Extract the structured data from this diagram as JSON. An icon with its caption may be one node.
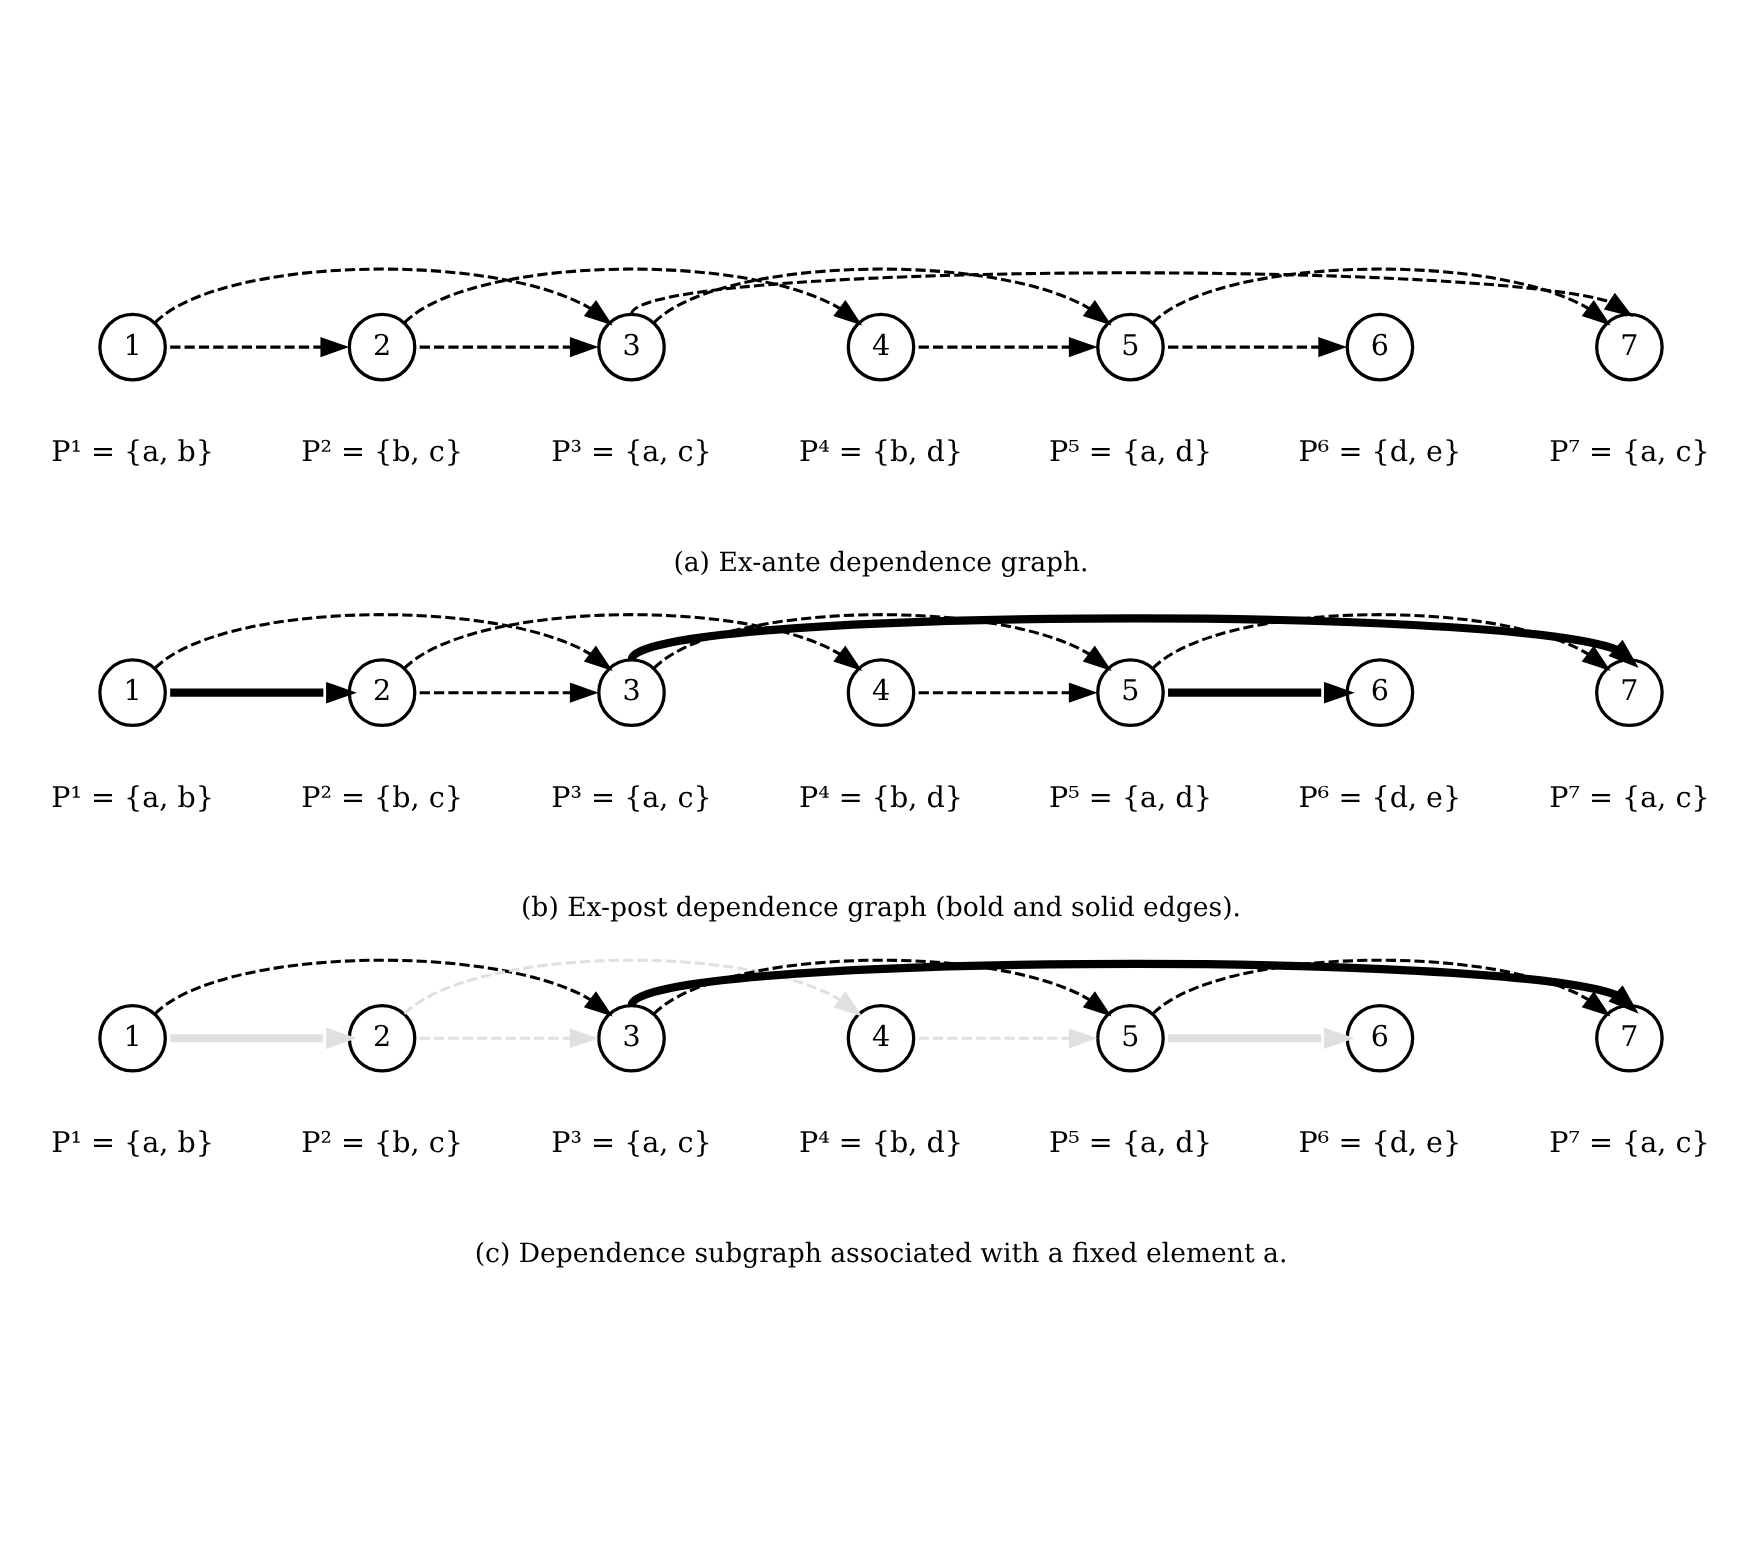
{
  "diagram": {
    "nodes": [
      {
        "text": [
          "1"
        ],
        "beside": [
          "P¹ = {a, b}"
        ]
      },
      {
        "text": [
          "2"
        ],
        "beside": [
          "P² = {b, c}"
        ]
      },
      {
        "text": [
          "3"
        ],
        "beside": [
          "P³ = {a, c}"
        ]
      },
      {
        "text": [
          "4"
        ],
        "beside": [
          "P⁴ = {b, d}"
        ]
      },
      {
        "text": [
          "5"
        ],
        "beside": [
          "P⁵ = {a, d}"
        ]
      },
      {
        "text": [
          "6"
        ],
        "beside": [
          "P⁶ = {d, e}"
        ]
      },
      {
        "text": [
          "7"
        ],
        "beside": [
          "P⁷ = {a, c}"
        ]
      },
      {
        "text": [
          "1"
        ],
        "beside": [
          "P¹ = {a, b}"
        ]
      },
      {
        "text": [
          "2"
        ],
        "beside": [
          "P² = {b, c}"
        ]
      },
      {
        "text": [
          "3"
        ],
        "beside": [
          "P³ = {a, c}"
        ]
      },
      {
        "text": [
          "4"
        ],
        "beside": [
          "P⁴ = {b, d}"
        ]
      },
      {
        "text": [
          "5"
        ],
        "beside": [
          "P⁵ = {a, d}"
        ]
      },
      {
        "text": [
          "6"
        ],
        "beside": [
          "P⁶ = {d, e}"
        ]
      },
      {
        "text": [
          "7"
        ],
        "beside": [
          "P⁷ = {a, c}"
        ]
      },
      {
        "text": [
          "1"
        ],
        "beside": [
          "P¹ = {a, b}"
        ]
      },
      {
        "text": [
          "2"
        ],
        "beside": [
          "P² = {b, c}"
        ]
      },
      {
        "text": [
          "3"
        ],
        "beside": [
          "P³ = {a, c}"
        ]
      },
      {
        "text": [
          "4"
        ],
        "beside": [
          "P⁴ = {b, d}"
        ]
      },
      {
        "text": [
          "5"
        ],
        "beside": [
          "P⁵ = {a, d}"
        ]
      },
      {
        "text": [
          "6"
        ],
        "beside": [
          "P⁶ = {d, e}"
        ]
      },
      {
        "text": [
          "7"
        ],
        "beside": [
          "P⁷ = {a, c}"
        ]
      }
    ],
    "edges": [
      {
        "from": 0,
        "to": 1,
        "arrow": "to",
        "style": "dashed"
      },
      {
        "from": 1,
        "to": 2,
        "arrow": "to",
        "style": "dashed"
      },
      {
        "from": 3,
        "to": 4,
        "arrow": "to",
        "style": "dashed"
      },
      {
        "from": 4,
        "to": 5,
        "arrow": "to",
        "style": "dashed"
      },
      {
        "from": 0,
        "to": 2,
        "arrow": "to",
        "style": "dashed"
      },
      {
        "from": 1,
        "to": 3,
        "arrow": "to",
        "style": "dashed"
      },
      {
        "from": 2,
        "to": 4,
        "arrow": "to",
        "style": "dashed"
      },
      {
        "from": 2,
        "to": 6,
        "arrow": "to",
        "style": "dashed"
      },
      {
        "from": 4,
        "to": 6,
        "arrow": "to",
        "style": "dashed"
      },
      {
        "from": 7,
        "to": 8,
        "arrow": "to",
        "style": "thick"
      },
      {
        "from": 8,
        "to": 9,
        "arrow": "to",
        "style": "dashed"
      },
      {
        "from": 10,
        "to": 11,
        "arrow": "to",
        "style": "dashed"
      },
      {
        "from": 11,
        "to": 12,
        "arrow": "to",
        "style": "thick"
      },
      {
        "from": 7,
        "to": 9,
        "arrow": "to",
        "style": "dashed"
      },
      {
        "from": 8,
        "to": 10,
        "arrow": "to",
        "style": "dashed"
      },
      {
        "from": 9,
        "to": 11,
        "arrow": "to",
        "style": "dashed"
      },
      {
        "from": 9,
        "to": 13,
        "arrow": "to",
        "style": "thick"
      },
      {
        "from": 11,
        "to": 13,
        "arrow": "to",
        "style": "dashed"
      },
      {
        "from": 14,
        "to": 15,
        "arrow": "to",
        "style": "thick",
        "color": "#e0e0e0"
      },
      {
        "from": 15,
        "to": 16,
        "arrow": "to",
        "style": "dashed",
        "color": "#e0e0e0"
      },
      {
        "from": 17,
        "to": 18,
        "arrow": "to",
        "style": "dashed",
        "color": "#e0e0e0"
      },
      {
        "from": 18,
        "to": 19,
        "arrow": "to",
        "style": "thick",
        "color": "#e0e0e0"
      },
      {
        "from": 14,
        "to": 16,
        "arrow": "to",
        "style": "dashed"
      },
      {
        "from": 15,
        "to": 17,
        "arrow": "to",
        "style": "dashed",
        "color": "#e0e0e0"
      },
      {
        "from": 16,
        "to": 18,
        "arrow": "to",
        "style": "dashed"
      },
      {
        "from": 16,
        "to": 20,
        "arrow": "to",
        "style": "thick"
      },
      {
        "from": 18,
        "to": 20,
        "arrow": "to",
        "style": "dashed"
      }
    ],
    "labels": [
      "(a) Ex-ante dependence graph.",
      "(b) Ex-post dependence graph (bold and solid edges).",
      "(c) Dependence subgraph associated with a fixed element a."
    ]
  }
}
